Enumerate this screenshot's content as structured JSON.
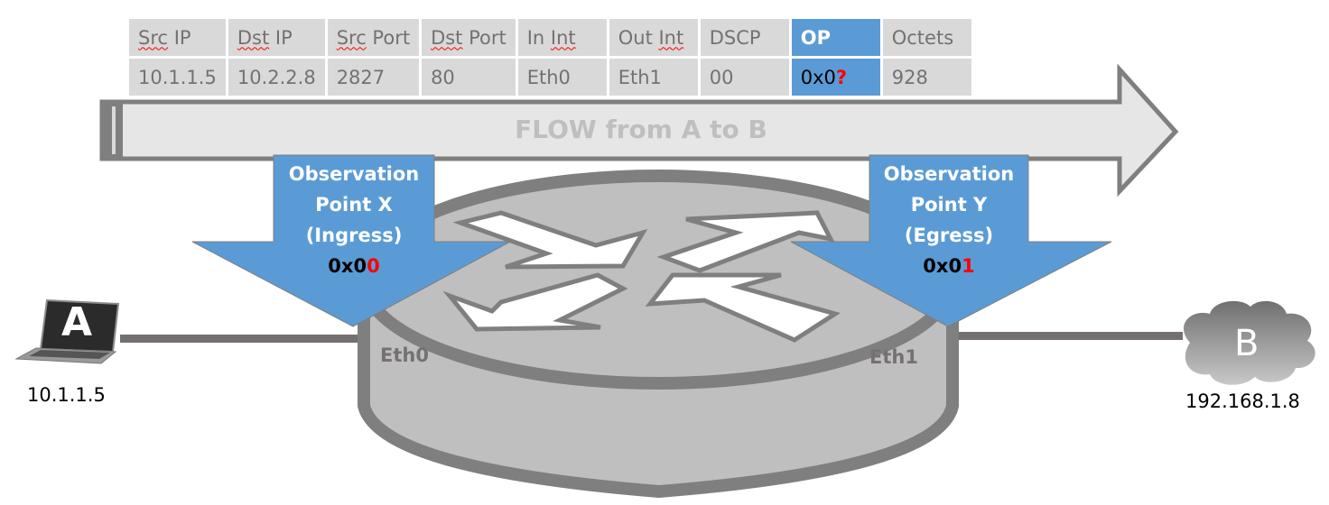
{
  "flow_record": {
    "headers": [
      "Src IP",
      "Dst IP",
      "Src Port",
      "Dst Port",
      "In Int",
      "Out Int",
      "DSCP",
      "OP",
      "Octets"
    ],
    "spellcheck_marked": [
      "Src",
      "Dst",
      "Src",
      "Dst",
      "Int",
      "Int"
    ],
    "values": [
      "10.1.1.5",
      "10.2.2.8",
      "2827",
      "80",
      "Eth0",
      "Eth1",
      "00",
      "0x0",
      "928"
    ],
    "op_value_prefix": "0x0",
    "op_value_unknown": "?",
    "highlight_column": "OP"
  },
  "flow_arrow": {
    "label": "FLOW from A to B"
  },
  "observation_points": [
    {
      "title": "Observation",
      "name": "Point X",
      "direction": "(Ingress)",
      "code_prefix": "0x0",
      "code_suffix": "0"
    },
    {
      "title": "Observation",
      "name": "Point Y",
      "direction": "(Egress)",
      "code_prefix": "0x0",
      "code_suffix": "1"
    }
  ],
  "router": {
    "interfaces": [
      "Eth0",
      "Eth1"
    ]
  },
  "hosts": [
    {
      "label": "A",
      "type": "laptop",
      "ip": "10.1.1.5"
    },
    {
      "label": "B",
      "type": "cloud",
      "ip": "192.168.1.8"
    }
  ],
  "colors": {
    "accent_blue": "#5b9bd5",
    "cell_gray": "#d9d9d9",
    "text_gray": "#767171",
    "router_fill": "#bfbfbf",
    "router_stroke": "#7f7f7f",
    "highlight_red": "#ff0000"
  }
}
